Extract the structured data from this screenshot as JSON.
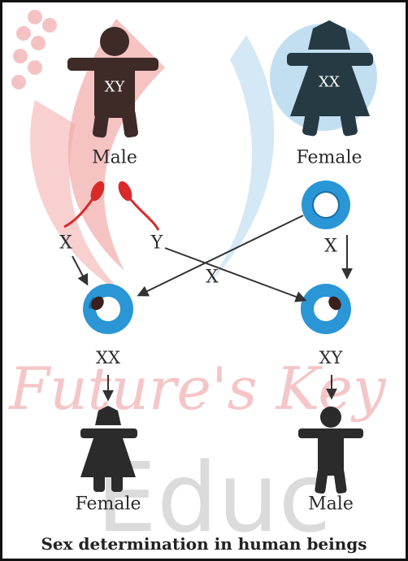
{
  "parents": {
    "male": {
      "label": "Male",
      "chromosomes": "XY"
    },
    "female": {
      "label": "Female",
      "chromosomes": "XX"
    }
  },
  "gametes": {
    "sperm_x": "X",
    "sperm_y": "Y",
    "egg_to_left": "X",
    "egg_to_right": "X"
  },
  "zygotes": {
    "left": "XX",
    "right": "XY"
  },
  "offspring": {
    "left": "Female",
    "right": "Male"
  },
  "caption": "Sex determination in human beings",
  "watermark": {
    "script_text": "Future's Key",
    "bottom_text": "Educ"
  },
  "colors": {
    "male_body": "#3e2a26",
    "female_body": "#263a44",
    "egg_blue": "#2a96d6",
    "sperm_red": "#d92a2a",
    "arrow": "#333333",
    "text": "#2b2b2b",
    "watermark_red": "#ec8f90",
    "watermark_blue": "#aed3ec"
  }
}
